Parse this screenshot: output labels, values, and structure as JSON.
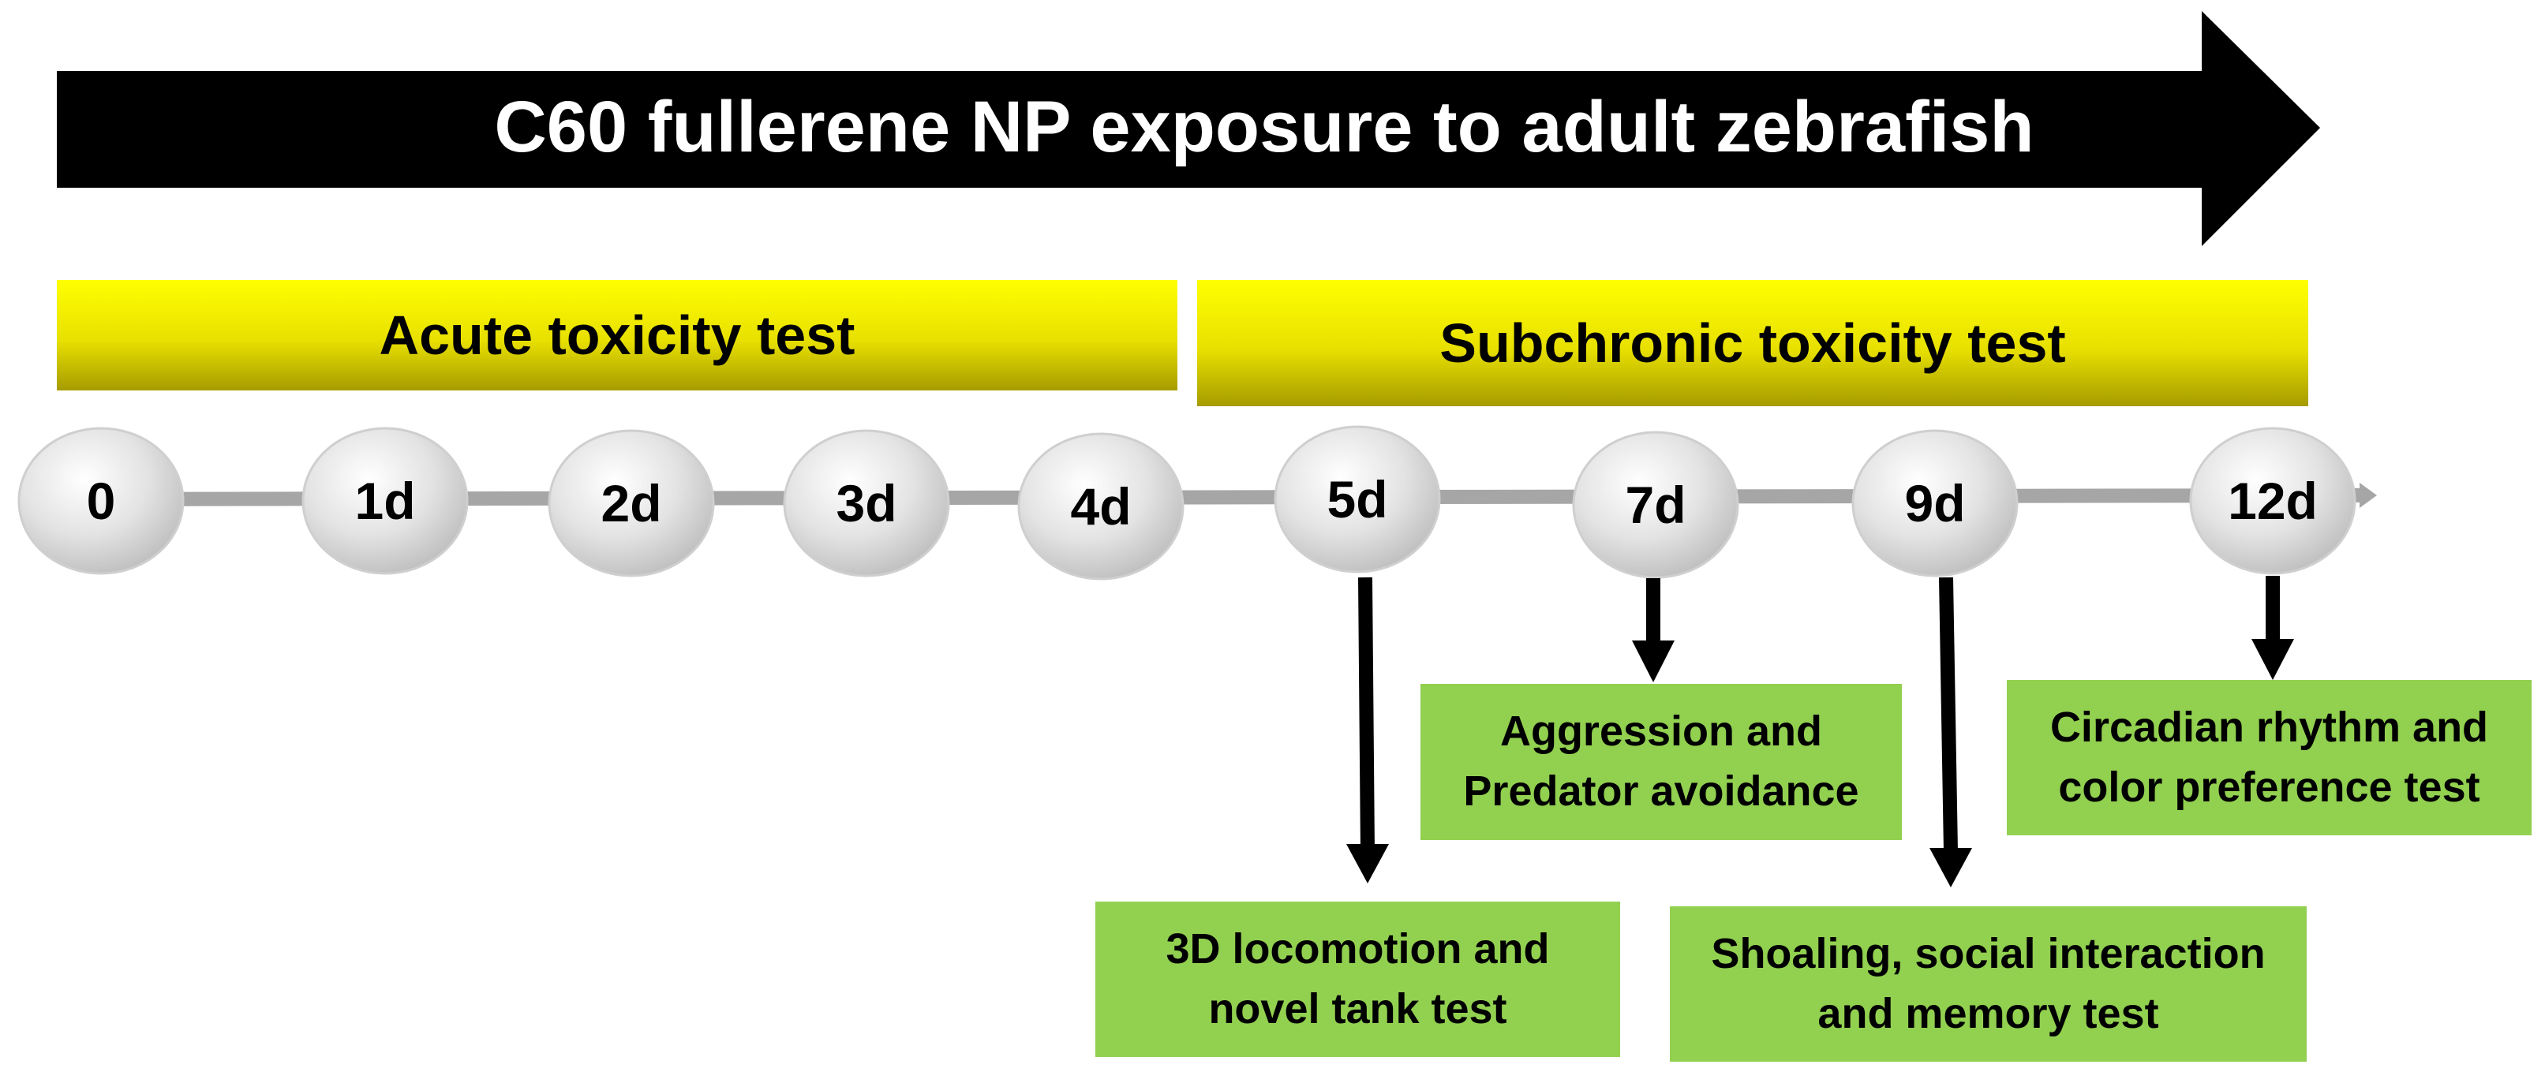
{
  "banner": {
    "title": "C60 fullerene NP exposure to adult zebrafish"
  },
  "phases": [
    {
      "label": "Acute toxicity test"
    },
    {
      "label": "Subchronic toxicity test"
    }
  ],
  "days": [
    "0",
    "1d",
    "2d",
    "3d",
    "4d",
    "5d",
    "7d",
    "9d",
    "12d"
  ],
  "tests": [
    {
      "day": "5d",
      "line1": "3D locomotion and",
      "line2": "novel tank test"
    },
    {
      "day": "7d",
      "line1": "Aggression and",
      "line2": "Predator avoidance"
    },
    {
      "day": "9d",
      "line1": "Shoaling, social interaction",
      "line2": "and memory test"
    },
    {
      "day": "12d",
      "line1": "Circadian rhythm and",
      "line2": "color preference test"
    }
  ],
  "colors": {
    "banner": "#000000",
    "banner_text": "#ffffff",
    "phase_top": "#ffff00",
    "phase_bottom": "#a69b00",
    "node": "#d9d9d9",
    "timeline": "#a6a6a6",
    "test_box": "#92d050",
    "arrow": "#000000"
  }
}
